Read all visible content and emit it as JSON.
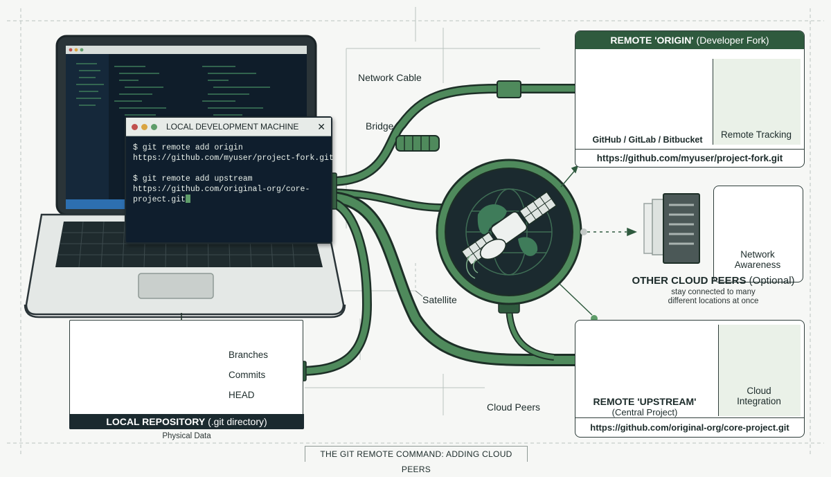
{
  "diagram": {
    "caption": "THE GIT REMOTE COMMAND: ADDING CLOUD PEERS",
    "terminal": {
      "title": "LOCAL DEVELOPMENT MACHINE",
      "close_glyph": "✕",
      "cmd1": "$ git remote add origin",
      "cmd1_url": "https://github.com/myuser/project-fork.git",
      "cmd2": "$ git remote add upstream",
      "cmd2_url_a": "https://github.com/original-org/core-",
      "cmd2_url_b": "project.git"
    },
    "connection_labels": {
      "network_cable": "Network Cable",
      "bridge": "Bridge",
      "satellite": "Satellite",
      "cloud_peers": "Cloud Peers"
    },
    "origin": {
      "title_bold": "REMOTE 'ORIGIN'",
      "title_rest": "(Developer Fork)",
      "server_caption": "GitHub / GitLab / Bitbucket",
      "tracking_label": "Remote Tracking",
      "url": "https://github.com/myuser/project-fork.git"
    },
    "peers": {
      "title_bold": "OTHER CLOUD PEERS",
      "title_rest": "(Optional)",
      "desc_line1": "stay connected to many",
      "desc_line2": "different locations at once",
      "awareness_line1": "Network",
      "awareness_line2": "Awareness"
    },
    "upstream": {
      "title_line1": "REMOTE 'UPSTREAM'",
      "title_line2": "(Central Project)",
      "integration_line1": "Cloud",
      "integration_line2": "Integration",
      "url": "https://github.com/original-org/core-project.git"
    },
    "local_repo": {
      "title_bold": "LOCAL REPOSITORY",
      "title_rest": "(.git directory)",
      "subtitle": "Physical Data",
      "layers": [
        "Branches",
        "Commits",
        "HEAD"
      ]
    },
    "colors": {
      "accent_green": "#2f5a3e",
      "cable_green": "#4f8a5c",
      "dark_navy": "#0f1e2d",
      "tint_green": "#eaf1e8"
    }
  }
}
